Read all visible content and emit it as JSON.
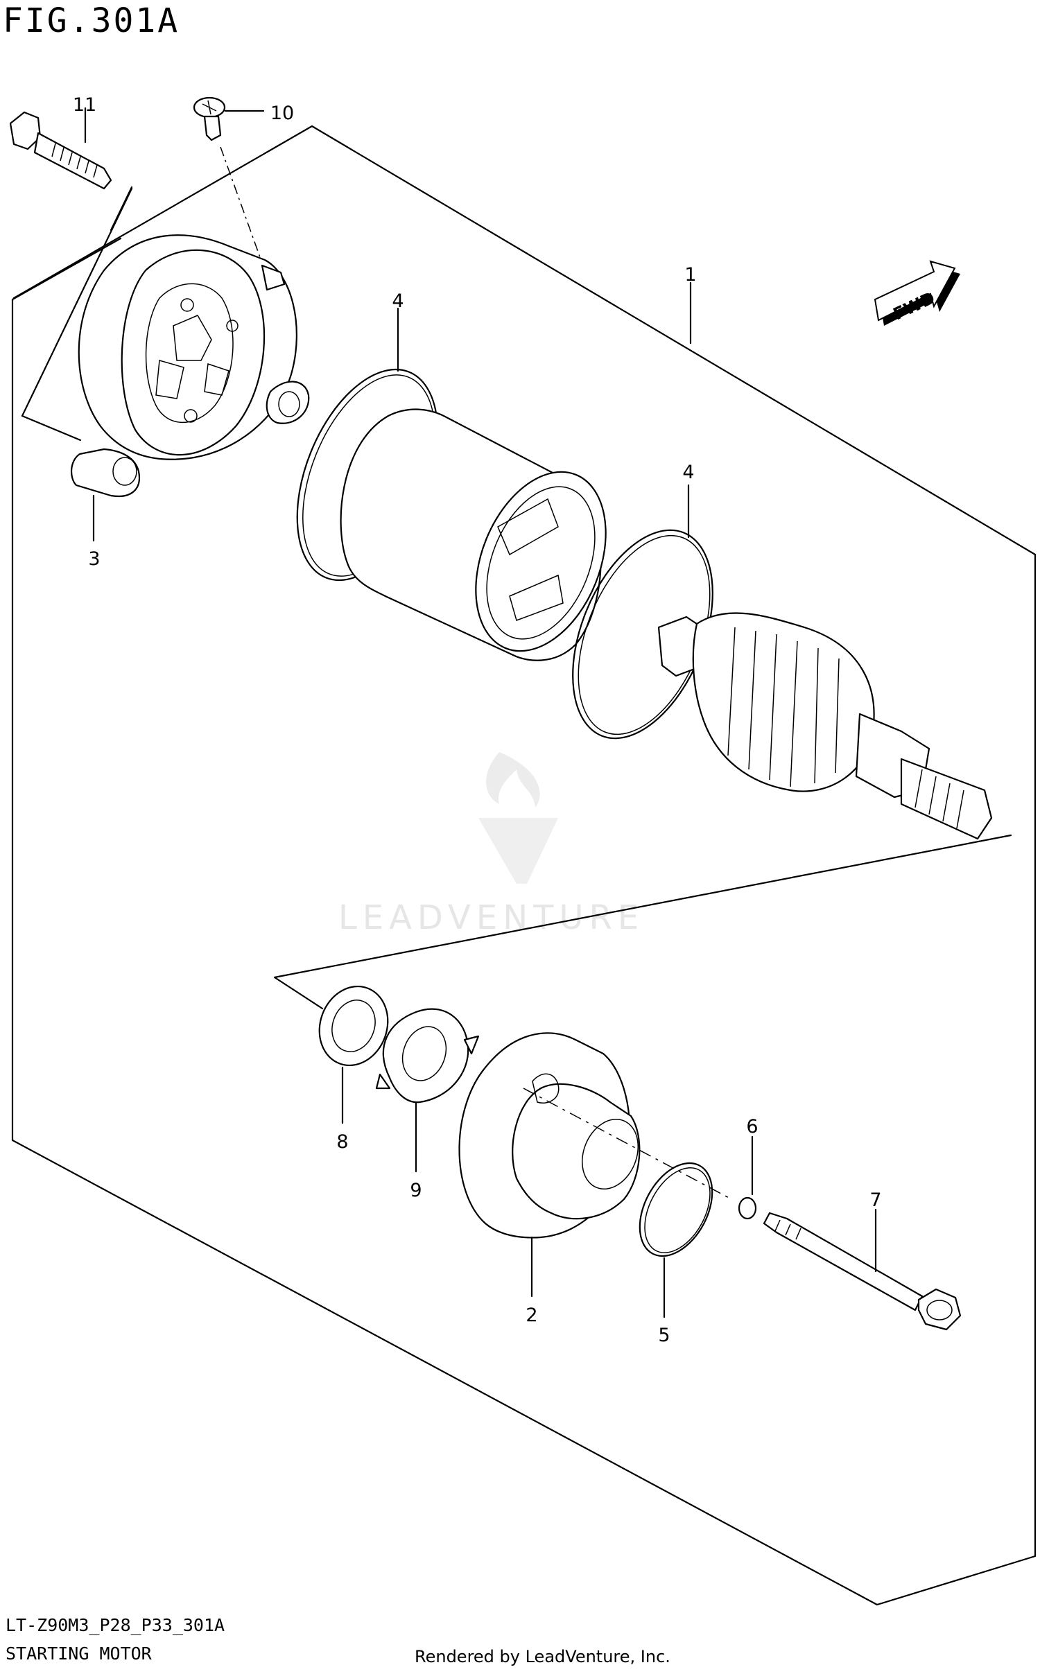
{
  "figure": {
    "title": "FIG.301A",
    "model_code": "LT-Z90M3_P28_P33_301A",
    "section_name": "STARTING MOTOR",
    "rendered_by": "Rendered by LeadVenture, Inc."
  },
  "watermark": {
    "text": "LEADVENTURE"
  },
  "fwd_label": "FWD",
  "callouts": [
    "1",
    "2",
    "3",
    "4",
    "4",
    "5",
    "6",
    "7",
    "8",
    "9",
    "10",
    "11"
  ]
}
